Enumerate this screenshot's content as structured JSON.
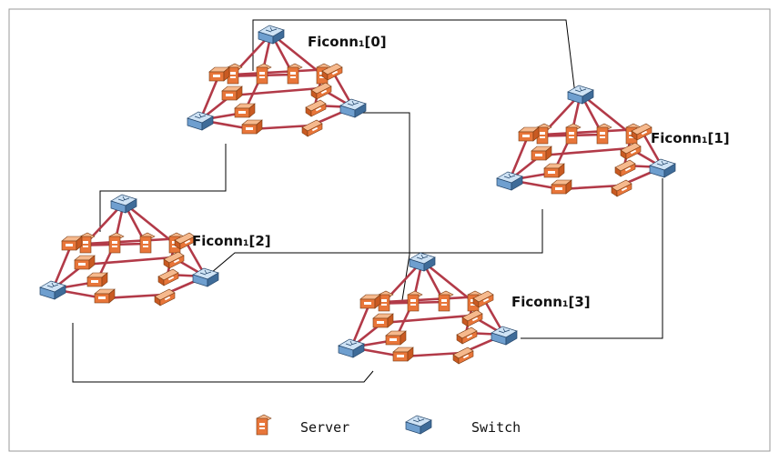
{
  "cells": [
    {
      "label": "Ficonn₁[0]"
    },
    {
      "label": "Ficonn₁[1]"
    },
    {
      "label": "Ficonn₁[2]"
    },
    {
      "label": "Ficonn₁[3]"
    }
  ],
  "legend": {
    "server_label": "Server",
    "switch_label": "Switch"
  },
  "colors": {
    "link": "#b23a48",
    "inter_link": "#000000",
    "server": "#e8763a",
    "switch": "#6f9fcf",
    "frame": "#999999"
  }
}
